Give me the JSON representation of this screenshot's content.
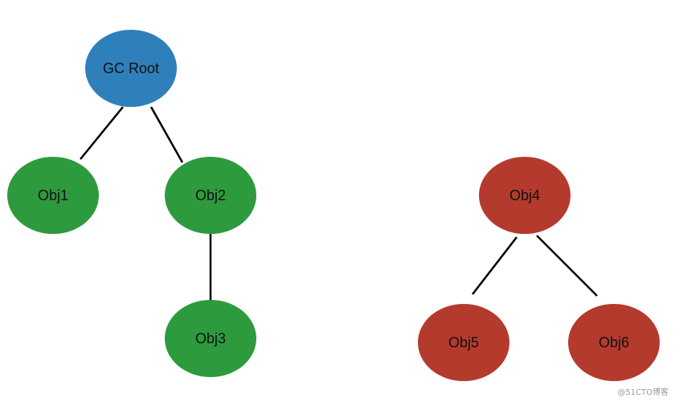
{
  "nodes": [
    {
      "id": "gc-root",
      "label": "GC Root",
      "color": "#2f7fba"
    },
    {
      "id": "obj1",
      "label": "Obj1",
      "color": "#2e9a3e"
    },
    {
      "id": "obj2",
      "label": "Obj2",
      "color": "#2e9a3e"
    },
    {
      "id": "obj3",
      "label": "Obj3",
      "color": "#2e9a3e"
    },
    {
      "id": "obj4",
      "label": "Obj4",
      "color": "#b53a2e"
    },
    {
      "id": "obj5",
      "label": "Obj5",
      "color": "#b53a2e"
    },
    {
      "id": "obj6",
      "label": "Obj6",
      "color": "#b53a2e"
    }
  ],
  "edges": [
    {
      "from": "gc-root",
      "to": "obj1"
    },
    {
      "from": "gc-root",
      "to": "obj2"
    },
    {
      "from": "obj2",
      "to": "obj3"
    },
    {
      "from": "obj4",
      "to": "obj5"
    },
    {
      "from": "obj4",
      "to": "obj6"
    }
  ],
  "watermark": "@51CTO博客"
}
